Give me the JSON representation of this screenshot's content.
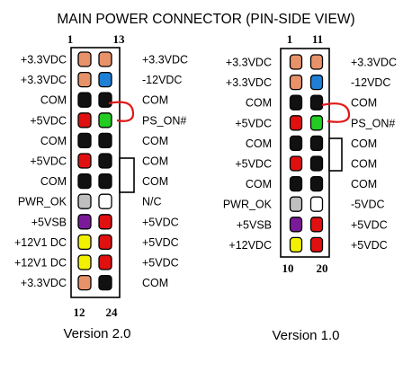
{
  "title": "MAIN POWER CONNECTOR  (PIN-SIDE VIEW)",
  "colors": {
    "orange": "#e8926a",
    "black": "#111111",
    "red": "#e01010",
    "green": "#22cc22",
    "blue": "#1e7fd6",
    "gray": "#bfbfbf",
    "white": "#ffffff",
    "purple": "#7a1a9a",
    "yellow": "#f2f200",
    "jumper": "#e01818"
  },
  "v2": {
    "version_label": "Version 2.0",
    "pin_top_left": "1",
    "pin_top_right": "13",
    "pin_bottom_left": "12",
    "pin_bottom_right": "24",
    "left_labels": [
      "+3.3VDC",
      "+3.3VDC",
      "COM",
      "+5VDC",
      "COM",
      "+5VDC",
      "COM",
      "PWR_OK",
      "+5VSB",
      "+12V1 DC",
      "+12V1 DC",
      "+3.3VDC"
    ],
    "right_labels": [
      "+3.3VDC",
      "-12VDC",
      "COM",
      "PS_ON#",
      "COM",
      "COM",
      "COM",
      "N/C",
      "+5VDC",
      "+5VDC",
      "+5VDC",
      "COM"
    ],
    "left_pin_colors": [
      "orange",
      "orange",
      "black",
      "red",
      "black",
      "red",
      "black",
      "gray",
      "purple",
      "yellow",
      "yellow",
      "orange"
    ],
    "right_pin_colors": [
      "orange",
      "blue",
      "black",
      "green",
      "black",
      "black",
      "black",
      "white",
      "red",
      "red",
      "red",
      "black"
    ]
  },
  "v1": {
    "version_label": "Version 1.0",
    "pin_top_left": "1",
    "pin_top_right": "11",
    "pin_bottom_left": "10",
    "pin_bottom_right": "20",
    "left_labels": [
      "+3.3VDC",
      "+3.3VDC",
      "COM",
      "+5VDC",
      "COM",
      "+5VDC",
      "COM",
      "PWR_OK",
      "+5VSB",
      "+12VDC"
    ],
    "right_labels": [
      "+3.3VDC",
      "-12VDC",
      "COM",
      "PS_ON#",
      "COM",
      "COM",
      "COM",
      "-5VDC",
      "+5VDC",
      "+5VDC"
    ],
    "left_pin_colors": [
      "orange",
      "orange",
      "black",
      "red",
      "black",
      "red",
      "black",
      "gray",
      "purple",
      "yellow"
    ],
    "right_pin_colors": [
      "orange",
      "blue",
      "black",
      "green",
      "black",
      "black",
      "black",
      "white",
      "red",
      "red"
    ]
  }
}
